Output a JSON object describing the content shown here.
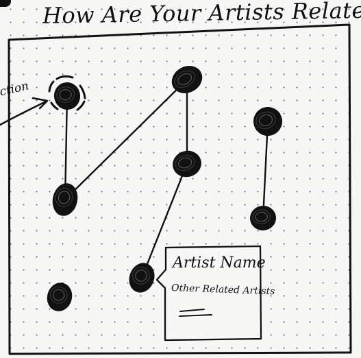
{
  "title": "How Are Your Artists Related?",
  "selection_label": "ection",
  "tooltip": {
    "title": "Artist Name",
    "subtitle": "Other Related Artists"
  },
  "nodes": [
    {
      "id": "artist-1",
      "selected": true
    },
    {
      "id": "artist-2",
      "selected": false
    },
    {
      "id": "artist-3",
      "selected": false
    },
    {
      "id": "artist-4",
      "selected": false
    },
    {
      "id": "artist-5",
      "selected": false
    },
    {
      "id": "artist-6",
      "selected": false
    },
    {
      "id": "artist-7",
      "selected": false
    },
    {
      "id": "artist-8",
      "selected": false
    }
  ],
  "edges": [
    [
      "artist-1",
      "artist-2"
    ],
    [
      "artist-2",
      "artist-3"
    ],
    [
      "artist-3",
      "artist-4"
    ],
    [
      "artist-4",
      "artist-6"
    ],
    [
      "artist-5",
      "artist-7"
    ]
  ],
  "colors": {
    "ink": "#111111",
    "paper": "#f6f6f4",
    "grid_dot": "#6b6b6b"
  }
}
